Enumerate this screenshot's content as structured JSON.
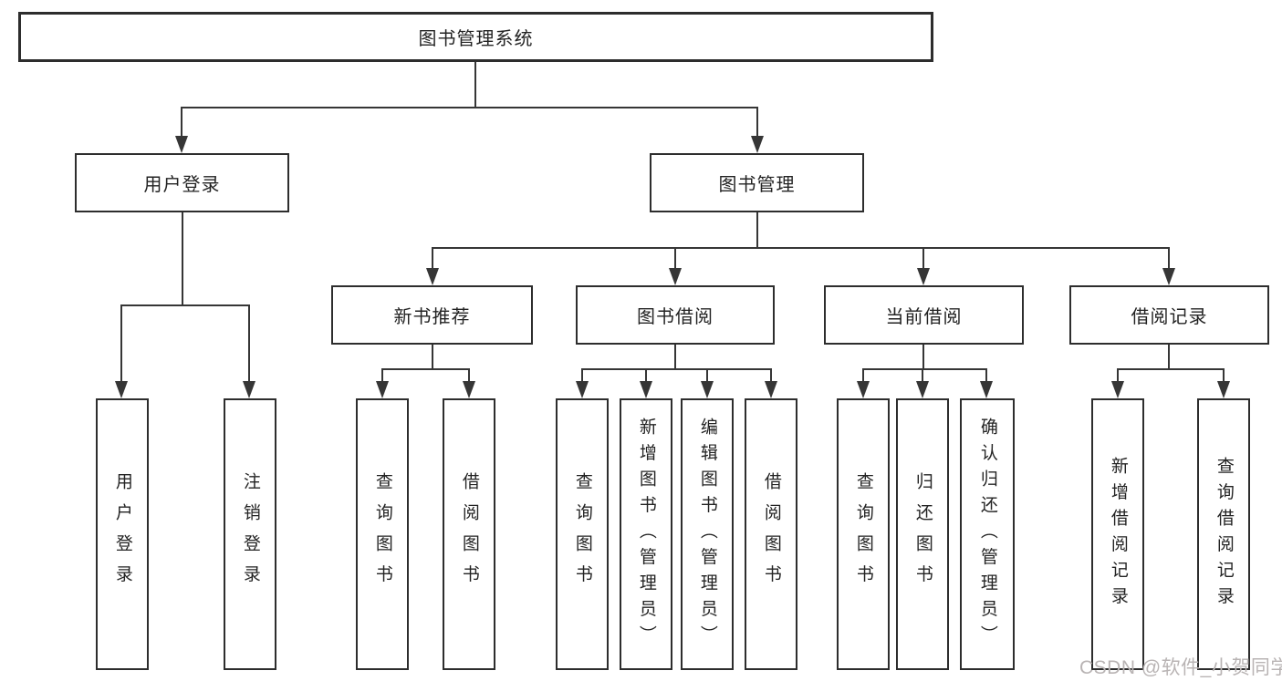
{
  "tree": {
    "root": {
      "label": "图书管理系统",
      "children": [
        {
          "label": "用户登录",
          "children": [
            {
              "label": "用户登录"
            },
            {
              "label": "注销登录"
            }
          ]
        },
        {
          "label": "图书管理",
          "children": [
            {
              "label": "新书推荐",
              "children": [
                {
                  "label": "查询图书"
                },
                {
                  "label": "借阅图书"
                }
              ]
            },
            {
              "label": "图书借阅",
              "children": [
                {
                  "label": "查询图书"
                },
                {
                  "label": "新增图书（管理员）"
                },
                {
                  "label": "编辑图书（管理员）"
                },
                {
                  "label": "借阅图书"
                }
              ]
            },
            {
              "label": "当前借阅",
              "children": [
                {
                  "label": "查询图书"
                },
                {
                  "label": "归还图书"
                },
                {
                  "label": "确认归还（管理员）"
                }
              ]
            },
            {
              "label": "借阅记录",
              "children": [
                {
                  "label": "新增借阅记录"
                },
                {
                  "label": "查询借阅记录"
                }
              ]
            }
          ]
        }
      ]
    }
  },
  "watermark": {
    "text": "CSDN @软件_小贺同学"
  },
  "colors": {
    "line": "#363636",
    "box_border": "#2d2d2d",
    "box_background": "#ffffff",
    "text": "#232323",
    "watermark": "#b9b4b4",
    "page_background": "#ffffff"
  }
}
